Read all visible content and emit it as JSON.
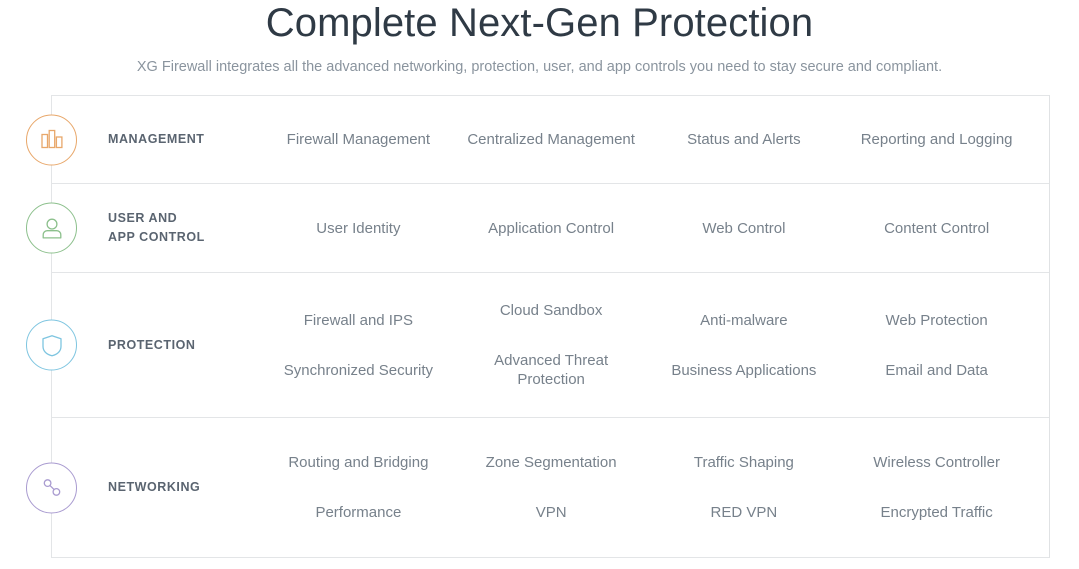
{
  "header": {
    "title": "Complete Next-Gen Protection",
    "subtitle": "XG Firewall integrates all the advanced networking, protection, user, and app controls you need to stay secure and compliant."
  },
  "colors": {
    "title": "#2f3a45",
    "subtitle": "#8a949e",
    "cell_text": "#77818b",
    "row_label": "#5a6470",
    "border": "#e3e5e7",
    "icon_management": "#e8a76a",
    "icon_user": "#8cc08c",
    "icon_protection": "#7ec5e0",
    "icon_networking": "#a99bd0"
  },
  "rows": [
    {
      "id": "management",
      "icon": "bar-chart-icon",
      "icon_color": "#e8a76a",
      "label": "MANAGEMENT",
      "label_lines": [
        "MANAGEMENT"
      ],
      "columns": [
        {
          "items": [
            "Firewall Management"
          ]
        },
        {
          "items": [
            "Centralized Management"
          ]
        },
        {
          "items": [
            "Status and Alerts"
          ]
        },
        {
          "items": [
            "Reporting and Logging"
          ]
        }
      ]
    },
    {
      "id": "user-and-app-control",
      "icon": "user-icon",
      "icon_color": "#8cc08c",
      "label": "USER AND APP CONTROL",
      "label_lines": [
        "USER AND",
        "APP CONTROL"
      ],
      "columns": [
        {
          "items": [
            "User Identity"
          ]
        },
        {
          "items": [
            "Application Control"
          ]
        },
        {
          "items": [
            "Web Control"
          ]
        },
        {
          "items": [
            "Content Control"
          ]
        }
      ]
    },
    {
      "id": "protection",
      "icon": "shield-icon",
      "icon_color": "#7ec5e0",
      "label": "PROTECTION",
      "label_lines": [
        "PROTECTION"
      ],
      "columns": [
        {
          "items": [
            "Firewall and IPS",
            "Synchronized Security"
          ]
        },
        {
          "items": [
            "Cloud Sandbox",
            "Advanced Threat Protection"
          ]
        },
        {
          "items": [
            "Anti-malware",
            "Business Applications"
          ]
        },
        {
          "items": [
            "Web Protection",
            "Email and Data"
          ]
        }
      ]
    },
    {
      "id": "networking",
      "icon": "network-nodes-icon",
      "icon_color": "#a99bd0",
      "label": "NETWORKING",
      "label_lines": [
        "NETWORKING"
      ],
      "columns": [
        {
          "items": [
            "Routing and Bridging",
            "Performance"
          ]
        },
        {
          "items": [
            "Zone Segmentation",
            "VPN"
          ]
        },
        {
          "items": [
            "Traffic Shaping",
            "RED VPN"
          ]
        },
        {
          "items": [
            "Wireless Controller",
            "Encrypted Traffic"
          ]
        }
      ]
    }
  ]
}
